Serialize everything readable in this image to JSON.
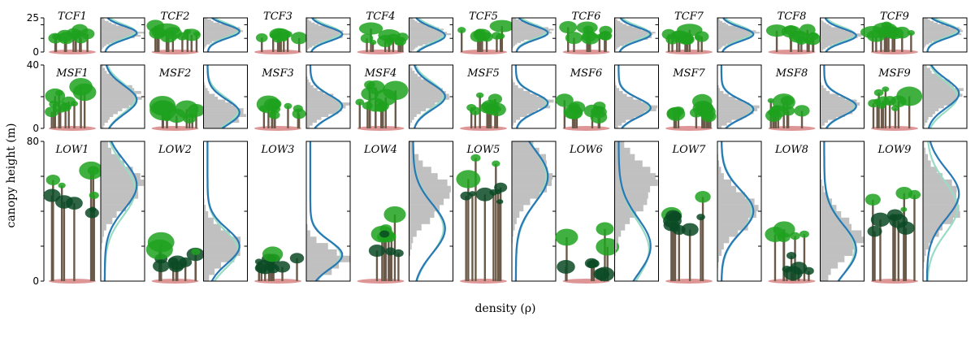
{
  "colors": {
    "trunk": "#6b5a4a",
    "crown_light": "#1ea21e",
    "crown_dark": "#0b4a24",
    "ground": "#d98a8a",
    "hist": "#c0c0c0",
    "line_blue": "#2878b4",
    "line_green": "#99dcc4"
  },
  "chart_data": {
    "type": "small-multiples",
    "xlabel": "density (ρ)",
    "ylabel": "canopy height (m)",
    "rows": [
      {
        "ylim": [
          0,
          25
        ],
        "yticks": [
          "0",
          "25"
        ],
        "yticks_all": [
          0,
          10,
          20,
          25
        ],
        "panels": [
          {
            "name": "TCF1",
            "blue_peak": 14,
            "green_peak": 15,
            "hist_peak": 14,
            "spread": 5
          },
          {
            "name": "TCF2",
            "blue_peak": 15,
            "green_peak": 16,
            "hist_peak": 15,
            "spread": 5
          },
          {
            "name": "TCF3",
            "blue_peak": 13,
            "green_peak": 14,
            "hist_peak": 13,
            "spread": 5
          },
          {
            "name": "TCF4",
            "blue_peak": 12,
            "green_peak": 13,
            "hist_peak": 13,
            "spread": 6
          },
          {
            "name": "TCF5",
            "blue_peak": 14,
            "green_peak": 15,
            "hist_peak": 15,
            "spread": 5
          },
          {
            "name": "TCF6",
            "blue_peak": 13,
            "green_peak": 14,
            "hist_peak": 13,
            "spread": 5
          },
          {
            "name": "TCF7",
            "blue_peak": 13,
            "green_peak": 14,
            "hist_peak": 13,
            "spread": 5
          },
          {
            "name": "TCF8",
            "blue_peak": 12,
            "green_peak": 13,
            "hist_peak": 12,
            "spread": 5
          },
          {
            "name": "TCF9",
            "blue_peak": 15,
            "green_peak": 16,
            "hist_peak": 15,
            "spread": 5
          }
        ]
      },
      {
        "ylim": [
          0,
          40
        ],
        "yticks": [
          "0",
          "40"
        ],
        "yticks_all": [
          0,
          20,
          40
        ],
        "panels": [
          {
            "name": "MSF1",
            "blue_peak": 18,
            "green_peak": 19,
            "hist_peak": 20,
            "spread": 9
          },
          {
            "name": "MSF2",
            "blue_peak": 10,
            "green_peak": 11,
            "hist_peak": 9,
            "spread": 8
          },
          {
            "name": "MSF3",
            "blue_peak": 14,
            "green_peak": 14,
            "hist_peak": 15,
            "spread": 7
          },
          {
            "name": "MSF4",
            "blue_peak": 20,
            "green_peak": 21,
            "hist_peak": 21,
            "spread": 8
          },
          {
            "name": "MSF5",
            "blue_peak": 16,
            "green_peak": 16,
            "hist_peak": 16,
            "spread": 6
          },
          {
            "name": "MSF6",
            "blue_peak": 13,
            "green_peak": 13,
            "hist_peak": 13,
            "spread": 6
          },
          {
            "name": "MSF7",
            "blue_peak": 12,
            "green_peak": 12,
            "hist_peak": 12,
            "spread": 6
          },
          {
            "name": "MSF8",
            "blue_peak": 14,
            "green_peak": 14,
            "hist_peak": 14,
            "spread": 6
          },
          {
            "name": "MSF9",
            "blue_peak": 22,
            "green_peak": 20,
            "hist_peak": 22,
            "spread": 9
          }
        ]
      },
      {
        "ylim": [
          0,
          80
        ],
        "yticks": [
          "0",
          "80"
        ],
        "yticks_all": [
          0,
          20,
          40,
          60,
          80
        ],
        "panels": [
          {
            "name": "LOW1",
            "blue_peak": 55,
            "green_peak": 52,
            "hist_peak": 55,
            "spread": 14
          },
          {
            "name": "LOW2",
            "blue_peak": 20,
            "green_peak": 18,
            "hist_peak": 20,
            "spread": 10
          },
          {
            "name": "LOW3",
            "blue_peak": 15,
            "green_peak": 15,
            "hist_peak": 12,
            "spread": 8
          },
          {
            "name": "LOW4",
            "blue_peak": 30,
            "green_peak": 30,
            "hist_peak": 50,
            "spread": 14
          },
          {
            "name": "LOW5",
            "blue_peak": 60,
            "green_peak": 60,
            "hist_peak": 62,
            "spread": 15
          },
          {
            "name": "LOW6",
            "blue_peak": 20,
            "green_peak": 18,
            "hist_peak": 55,
            "spread": 16
          },
          {
            "name": "LOW7",
            "blue_peak": 40,
            "green_peak": 40,
            "hist_peak": 40,
            "spread": 12
          },
          {
            "name": "LOW8",
            "blue_peak": 18,
            "green_peak": 18,
            "hist_peak": 25,
            "spread": 14
          },
          {
            "name": "LOW9",
            "blue_peak": 50,
            "green_peak": 42,
            "hist_peak": 45,
            "spread": 14
          }
        ]
      }
    ]
  }
}
